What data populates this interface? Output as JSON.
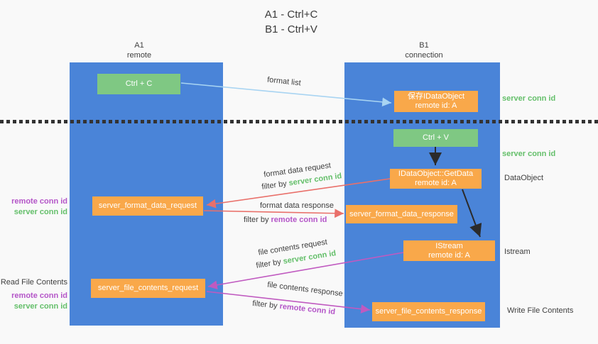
{
  "title": {
    "line1": "A1 - Ctrl+C",
    "line2": "B1 - Ctrl+V"
  },
  "columns": {
    "a": {
      "id": "A1",
      "role": "remote"
    },
    "b": {
      "id": "B1",
      "role": "connection"
    }
  },
  "boxes": {
    "ctrl_c": "Ctrl + C",
    "save_dataobject": {
      "line1": "保存IDataObject",
      "line2": "remote id: A"
    },
    "ctrl_v": "Ctrl + V",
    "getdata": {
      "line1": "IDataObject::GetData",
      "line2": "remote id: A"
    },
    "format_request": "server_format_data_request",
    "format_response": "server_format_data_response",
    "istream": {
      "line1": "IStream",
      "line2": "remote id: A"
    },
    "file_request": "server_file_contents_request",
    "file_response": "server_file_contents_response"
  },
  "flow_labels": {
    "format_list": "format list",
    "format_data_request": "format data request",
    "format_data_response": "format data response",
    "file_contents_request": "file contents request",
    "file_contents_response": "file contents response",
    "filter_by": "filter by ",
    "server_conn_id": "server conn id",
    "remote_conn_id": "remote conn id"
  },
  "side_labels": {
    "right": {
      "server_conn_id_top": "server conn id",
      "server_conn_id_mid": "server conn id",
      "dataobject": "DataObject",
      "istream": "Istream",
      "write_file_contents": "Write File Contents"
    },
    "left": {
      "remote_conn_id_mid": "remote conn id",
      "server_conn_id_mid": "server conn id",
      "read_file_contents": "Read File Contents",
      "remote_conn_id_bottom": "remote conn id",
      "server_conn_id_bottom": "server conn id"
    }
  },
  "colors": {
    "column_blue": "#4a84d8",
    "box_green": "#7fc883",
    "box_orange": "#f9a84a",
    "arrow_light_blue": "#a8d4f2",
    "arrow_red": "#e9706a",
    "arrow_magenta": "#c05ac0",
    "arrow_black": "#2b2b2b",
    "text_green": "#64bf6a",
    "text_purple": "#b455c8",
    "text_dark": "#3f3f3f",
    "background": "#f9f9f9"
  }
}
